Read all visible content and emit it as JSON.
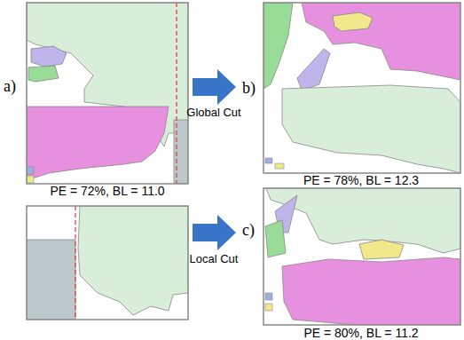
{
  "diagram": {
    "labels": [
      "a)",
      "PE = 72%, BL = 11.0",
      "Global Cut",
      "b)",
      "PE = 78%, BL = 12.3",
      "Local Cut",
      "c)",
      "PE = 80%, BL = 11.2"
    ]
  }
}
